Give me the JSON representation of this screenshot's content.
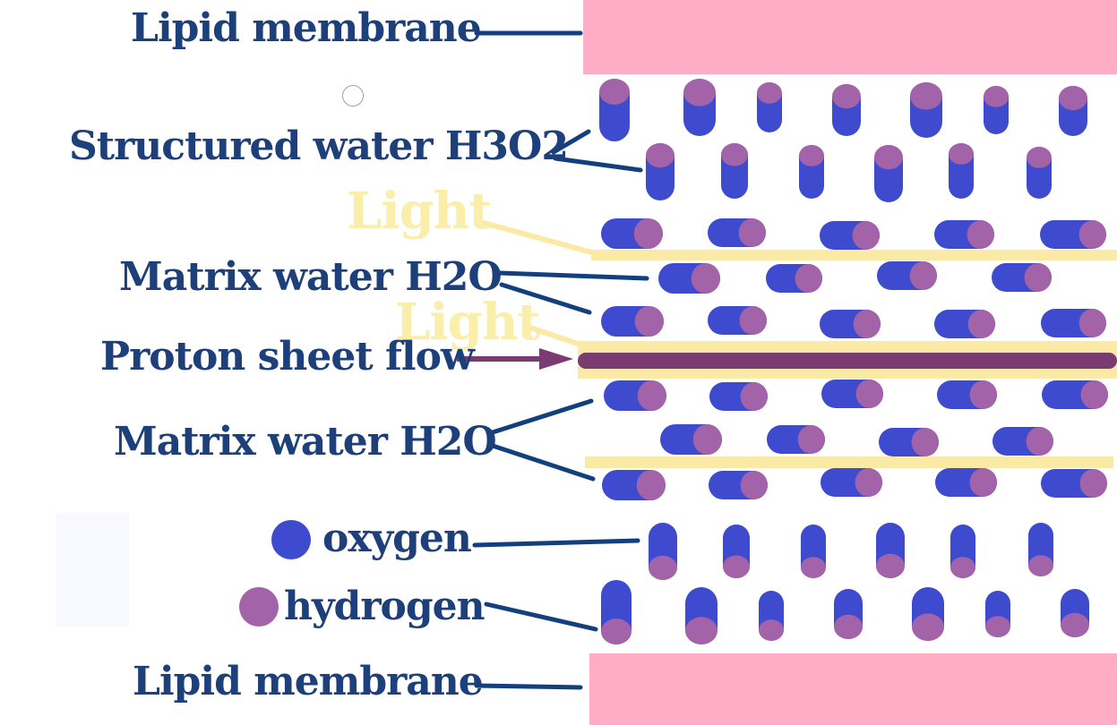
{
  "labels": {
    "lipid_top": "Lipid membrane",
    "structured_water": "Structured water H3O2",
    "light_1": "Light",
    "matrix_water_1": "Matrix water H2O",
    "light_2": "Light",
    "proton_flow": "Proton sheet flow",
    "matrix_water_2": "Matrix water H2O",
    "oxygen": "oxygen",
    "hydrogen": "hydrogen",
    "lipid_bottom": "Lipid membrane"
  },
  "colors": {
    "label_text": "#1d3f7a",
    "leader_line": "#123f7d",
    "membrane": "#ffadc6",
    "oxygen": "#3f4bcf",
    "hydrogen": "#a363a8",
    "light_sheet": "#fbeaa6",
    "proton_sheet": "#7a3a72"
  },
  "legend": [
    {
      "name": "oxygen",
      "color": "#3f4bcf"
    },
    {
      "name": "hydrogen",
      "color": "#a363a8"
    }
  ]
}
